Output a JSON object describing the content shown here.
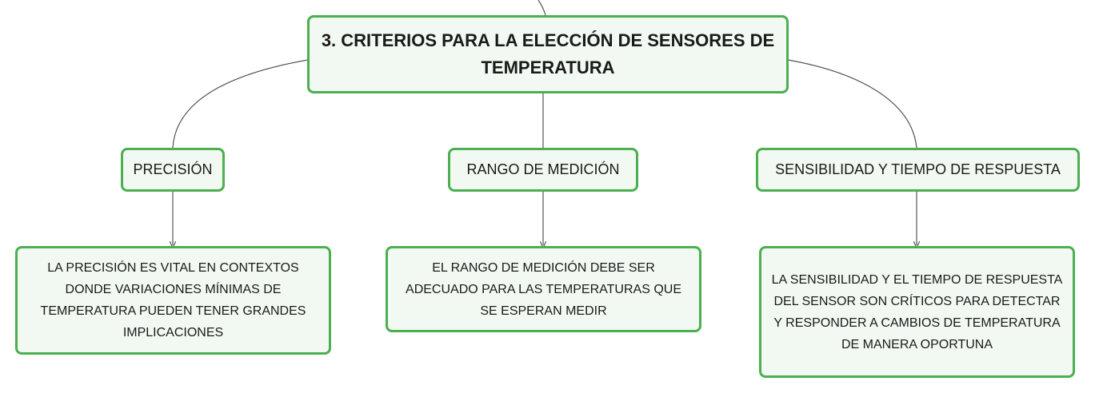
{
  "diagram": {
    "root": {
      "text": "3. CRITERIOS PARA LA ELECCIÓN DE SENSORES DE TEMPERATURA"
    },
    "branches": [
      {
        "label": "PRECISIÓN",
        "detail": "LA PRECISIÓN ES VITAL EN CONTEXTOS DONDE VARIACIONES MÍNIMAS DE TEMPERATURA PUEDEN TENER GRANDES IMPLICACIONES"
      },
      {
        "label": "RANGO DE MEDICIÓN",
        "detail": "EL RANGO DE MEDICIÓN DEBE SER ADECUADO PARA LAS TEMPERATURAS QUE SE ESPERAN MEDIR"
      },
      {
        "label": "SENSIBILIDAD Y TIEMPO DE RESPUESTA",
        "detail": "LA SENSIBILIDAD Y EL TIEMPO DE RESPUESTA DEL SENSOR SON CRÍTICOS PARA DETECTAR Y RESPONDER A CAMBIOS DE TEMPERATURA DE MANERA OPORTUNA"
      }
    ],
    "colors": {
      "border": "#4caf50",
      "fill": "#f2f9f2",
      "connector": "#555555"
    }
  }
}
